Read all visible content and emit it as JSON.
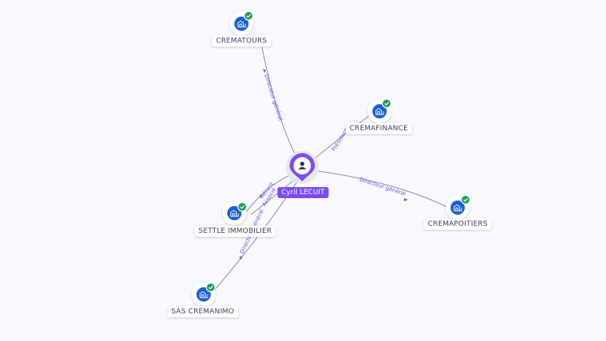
{
  "colors": {
    "accent": "#7b4cf5",
    "company_icon": "#1b5fd6",
    "check": "#1f9d55",
    "edge": "#8a8fa8",
    "edge_label": "#7b4cf5"
  },
  "center": {
    "name": "Cyril LECUIT",
    "icon": "user-icon"
  },
  "companies": [
    {
      "id": "crematours",
      "name": "CREMATOURS",
      "icon": "building-icon",
      "status": "check-icon"
    },
    {
      "id": "cremafinance",
      "name": "CREMAFINANCE",
      "icon": "building-icon",
      "status": "check-icon"
    },
    {
      "id": "cremapoitiers",
      "name": "CREMAPOITIERS",
      "icon": "building-icon",
      "status": "check-icon"
    },
    {
      "id": "settle",
      "name": "SETTLE IMMOBILIER",
      "icon": "building-icon",
      "status": "check-icon"
    },
    {
      "id": "cremanimo",
      "name": "SAS CREMANIMO",
      "icon": "building-icon",
      "status": "check-icon"
    }
  ],
  "relations": [
    {
      "to": "crematours",
      "label": "Directeur général"
    },
    {
      "to": "cremafinance",
      "label": "Président"
    },
    {
      "to": "cremapoitiers",
      "label": "Directeur général"
    },
    {
      "to": "settle",
      "label": "Gérant"
    },
    {
      "to": "settle",
      "label": "Associé"
    },
    {
      "to": "cremanimo",
      "label": "Directeur général"
    }
  ]
}
